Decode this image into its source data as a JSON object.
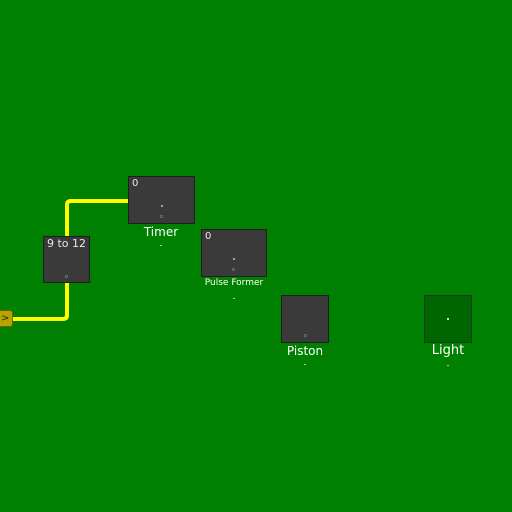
{
  "colors": {
    "background": "#008000",
    "wire": "#ffff00",
    "node_fill": "#3a3a3a",
    "light_fill": "#006600",
    "connector": "#b8a400"
  },
  "source": {
    "glyph": ">"
  },
  "nodes": {
    "range": {
      "value": "9 to 12",
      "label": ""
    },
    "timer": {
      "value": "0",
      "label": "Timer"
    },
    "pulse_former": {
      "value": "0",
      "label": "Pulse Former"
    },
    "piston": {
      "value": "",
      "label": "Piston"
    },
    "light": {
      "value": "",
      "label": "Light"
    }
  }
}
